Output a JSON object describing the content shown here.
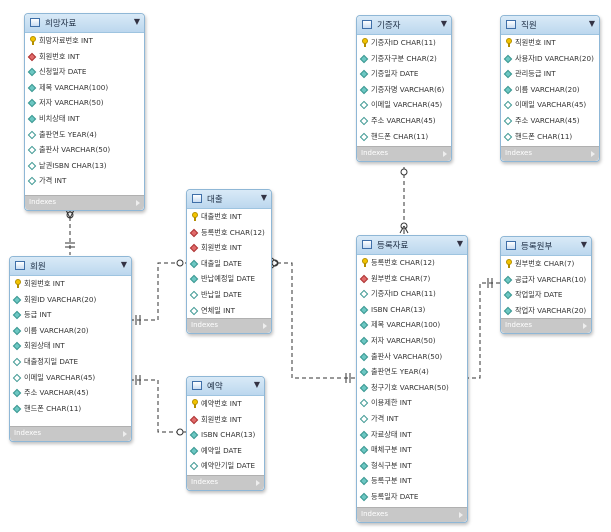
{
  "tables": [
    {
      "id": "hope",
      "name": "희망자료",
      "indexes": "Indexes",
      "columns": [
        {
          "icon": "pk",
          "text": "희망자료번호 INT"
        },
        {
          "icon": "fk",
          "text": "회원번호 INT"
        },
        {
          "icon": "col",
          "text": "신청일자 DATE"
        },
        {
          "icon": "col",
          "text": "제목 VARCHAR(100)"
        },
        {
          "icon": "col",
          "text": "저자 VARCHAR(50)"
        },
        {
          "icon": "col",
          "text": "비치상태 INT"
        },
        {
          "icon": "nul",
          "text": "출판연도 YEAR(4)"
        },
        {
          "icon": "nul",
          "text": "출판사 VARCHAR(50)"
        },
        {
          "icon": "nul",
          "text": "낱권ISBN CHAR(13)"
        },
        {
          "icon": "nul",
          "text": "가격 INT"
        }
      ]
    },
    {
      "id": "member",
      "name": "회원",
      "indexes": "Indexes",
      "columns": [
        {
          "icon": "pk",
          "text": "회원번호 INT"
        },
        {
          "icon": "col",
          "text": "회원ID VARCHAR(20)"
        },
        {
          "icon": "col",
          "text": "등급 INT"
        },
        {
          "icon": "col",
          "text": "이름 VARCHAR(20)"
        },
        {
          "icon": "col",
          "text": "회원상태 INT"
        },
        {
          "icon": "nul",
          "text": "대출정지일 DATE"
        },
        {
          "icon": "nul",
          "text": "이메일 VARCHAR(45)"
        },
        {
          "icon": "col",
          "text": "주소 VARCHAR(45)"
        },
        {
          "icon": "col",
          "text": "핸드폰 CHAR(11)"
        }
      ]
    },
    {
      "id": "loan",
      "name": "대출",
      "indexes": "Indexes",
      "columns": [
        {
          "icon": "pk",
          "text": "대출번호 INT"
        },
        {
          "icon": "fk",
          "text": "등록번호 CHAR(12)"
        },
        {
          "icon": "fk",
          "text": "회원번호 INT"
        },
        {
          "icon": "col",
          "text": "대출일 DATE"
        },
        {
          "icon": "col",
          "text": "반납예정일 DATE"
        },
        {
          "icon": "nul",
          "text": "반납일 DATE"
        },
        {
          "icon": "nul",
          "text": "연체일 INT"
        }
      ]
    },
    {
      "id": "reserve",
      "name": "예약",
      "indexes": "Indexes",
      "columns": [
        {
          "icon": "pk",
          "text": "예약번호 INT"
        },
        {
          "icon": "fk",
          "text": "회원번호 INT"
        },
        {
          "icon": "col",
          "text": "ISBN CHAR(13)"
        },
        {
          "icon": "col",
          "text": "예약일 DATE"
        },
        {
          "icon": "nul",
          "text": "예약만기일 DATE"
        }
      ]
    },
    {
      "id": "donor",
      "name": "기증자",
      "indexes": "Indexes",
      "columns": [
        {
          "icon": "pk",
          "text": "기증자ID CHAR(11)"
        },
        {
          "icon": "col",
          "text": "기증자구분 CHAR(2)"
        },
        {
          "icon": "col",
          "text": "기증일자 DATE"
        },
        {
          "icon": "col",
          "text": "기증자명 VARCHAR(6)"
        },
        {
          "icon": "nul",
          "text": "이메일 VARCHAR(45)"
        },
        {
          "icon": "nul",
          "text": "주소 VARCHAR(45)"
        },
        {
          "icon": "nul",
          "text": "핸드폰 CHAR(11)"
        }
      ]
    },
    {
      "id": "staff",
      "name": "직원",
      "indexes": "Indexes",
      "columns": [
        {
          "icon": "pk",
          "text": "직원번호 INT"
        },
        {
          "icon": "col",
          "text": "사용자ID VARCHAR(20)"
        },
        {
          "icon": "col",
          "text": "관리등급 INT"
        },
        {
          "icon": "col",
          "text": "이름 VARCHAR(20)"
        },
        {
          "icon": "nul",
          "text": "이메일 VARCHAR(45)"
        },
        {
          "icon": "nul",
          "text": "주소 VARCHAR(45)"
        },
        {
          "icon": "nul",
          "text": "핸드폰 CHAR(11)"
        }
      ]
    },
    {
      "id": "register",
      "name": "등록자료",
      "indexes": "Indexes",
      "columns": [
        {
          "icon": "pk",
          "text": "등록번호 CHAR(12)"
        },
        {
          "icon": "fk",
          "text": "원부번호 CHAR(7)"
        },
        {
          "icon": "nul",
          "text": "기증자ID CHAR(11)"
        },
        {
          "icon": "col",
          "text": "ISBN CHAR(13)"
        },
        {
          "icon": "col",
          "text": "제목 VARCHAR(100)"
        },
        {
          "icon": "col",
          "text": "저자 VARCHAR(50)"
        },
        {
          "icon": "col",
          "text": "출판사 VARCHAR(50)"
        },
        {
          "icon": "col",
          "text": "출판연도 YEAR(4)"
        },
        {
          "icon": "col",
          "text": "청구기호 VARCHAR(50)"
        },
        {
          "icon": "nul",
          "text": "이용제한 INT"
        },
        {
          "icon": "nul",
          "text": "가격 INT"
        },
        {
          "icon": "col",
          "text": "자료상태 INT"
        },
        {
          "icon": "col",
          "text": "매체구분 INT"
        },
        {
          "icon": "col",
          "text": "형식구분 INT"
        },
        {
          "icon": "col",
          "text": "등록구분 INT"
        },
        {
          "icon": "col",
          "text": "등록일자 DATE"
        }
      ]
    },
    {
      "id": "ledger",
      "name": "등록원부",
      "indexes": "Indexes",
      "columns": [
        {
          "icon": "pk",
          "text": "원부번호 CHAR(7)"
        },
        {
          "icon": "col",
          "text": "공급자 VARCHAR(10)"
        },
        {
          "icon": "col",
          "text": "작업일자 DATE"
        },
        {
          "icon": "col",
          "text": "작업자 VARCHAR(20)"
        }
      ]
    }
  ]
}
